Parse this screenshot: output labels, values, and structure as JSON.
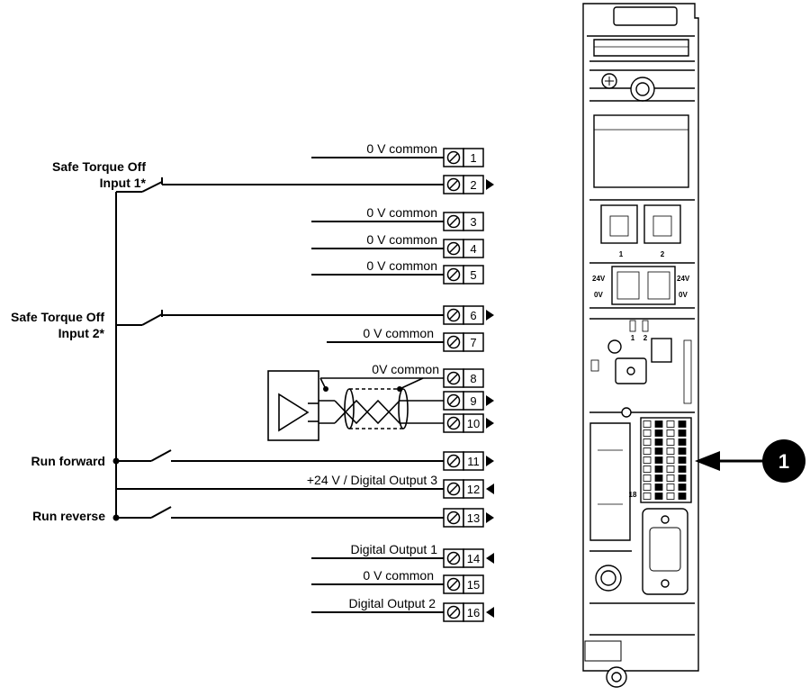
{
  "inputs": {
    "sto1": {
      "line1": "Safe Torque Off",
      "line2": "Input 1*"
    },
    "sto2": {
      "line1": "Safe Torque Off",
      "line2": "Input 2*"
    },
    "run_forward": "Run forward",
    "run_reverse": "Run reverse"
  },
  "terminals": [
    {
      "num": "1",
      "label": "0 V common",
      "dir": "none"
    },
    {
      "num": "2",
      "label": "",
      "dir": "right"
    },
    {
      "num": "3",
      "label": "0 V common",
      "dir": "none"
    },
    {
      "num": "4",
      "label": "0 V common",
      "dir": "none"
    },
    {
      "num": "5",
      "label": "0 V common",
      "dir": "none"
    },
    {
      "num": "6",
      "label": "",
      "dir": "right"
    },
    {
      "num": "7",
      "label": "0 V common",
      "dir": "none"
    },
    {
      "num": "8",
      "label": "0V common",
      "dir": "none"
    },
    {
      "num": "9",
      "label": "",
      "dir": "right"
    },
    {
      "num": "10",
      "label": "",
      "dir": "right"
    },
    {
      "num": "11",
      "label": "",
      "dir": "right"
    },
    {
      "num": "12",
      "label": "+24 V / Digital Output 3",
      "dir": "left"
    },
    {
      "num": "13",
      "label": "",
      "dir": "right"
    },
    {
      "num": "14",
      "label": "Digital Output 1",
      "dir": "left"
    },
    {
      "num": "15",
      "label": "0 V common",
      "dir": "none"
    },
    {
      "num": "16",
      "label": "Digital Output 2",
      "dir": "left"
    }
  ],
  "drive": {
    "port_labels": [
      "1",
      "2"
    ],
    "power_labels": [
      "24V",
      "0V",
      "24V",
      "0V"
    ],
    "led_labels": [
      "1",
      "2"
    ],
    "terminal_block_marker": "18"
  },
  "callout": "1"
}
